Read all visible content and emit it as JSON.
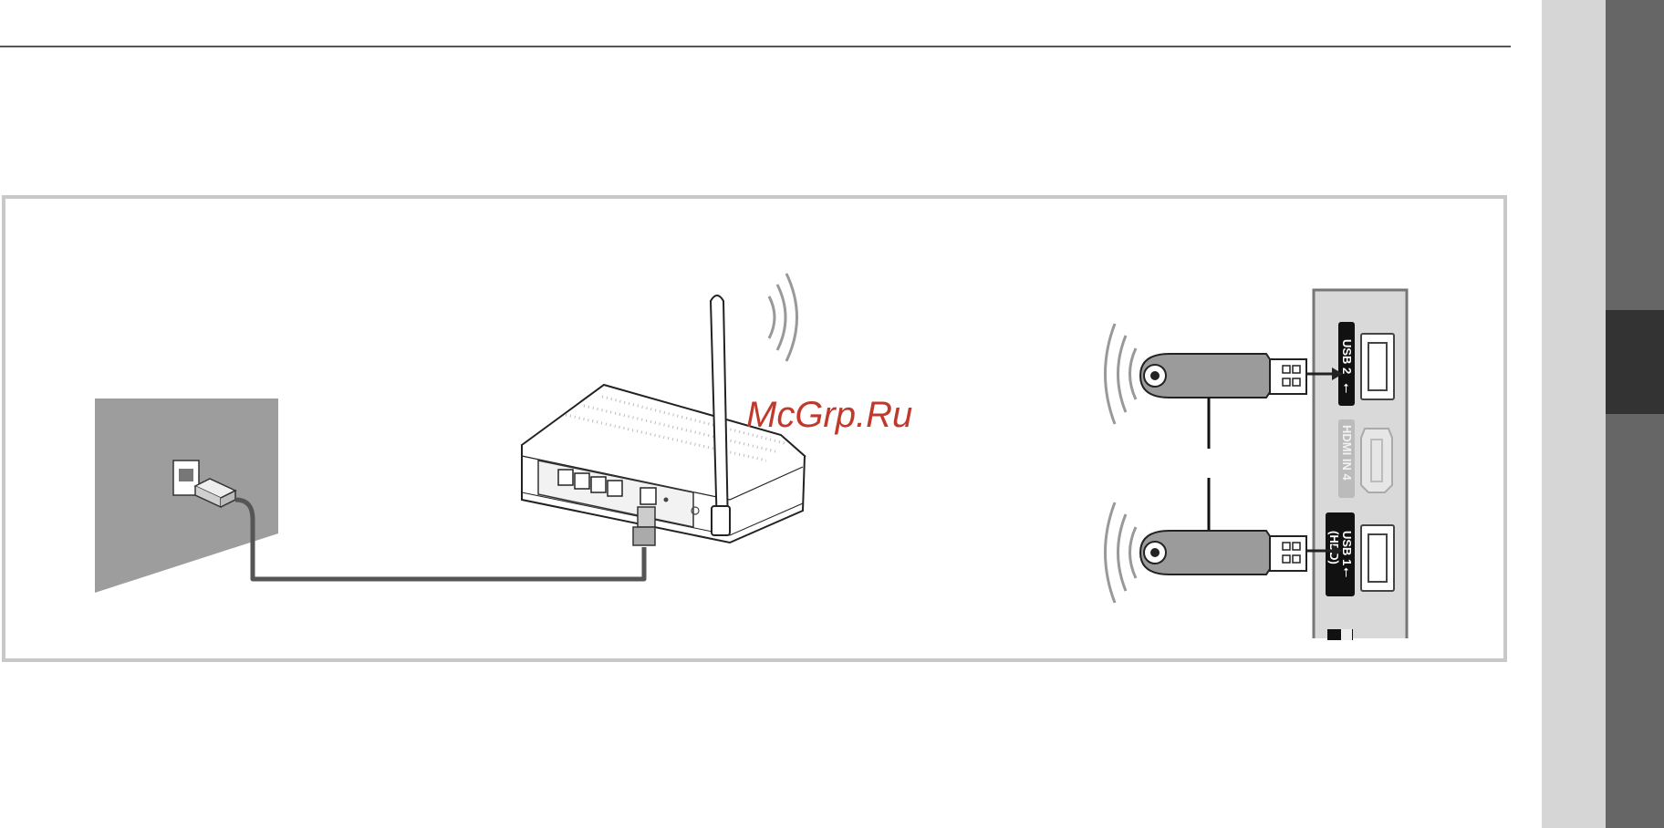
{
  "watermark": {
    "text": "McGrp.Ru",
    "color": "#c0392b"
  },
  "tv_panel": {
    "ports": [
      {
        "label": "USB 2",
        "sublabel": "",
        "style": "dark"
      },
      {
        "label": "HDMI IN 4",
        "sublabel": "",
        "style": "light"
      },
      {
        "label": "USB 1",
        "sublabel": "(HDD)",
        "style": "dark"
      }
    ]
  },
  "colors": {
    "rule": "#555555",
    "frame_border": "#c8c8c8",
    "wall": "#9d9d9d",
    "cable": "#555555",
    "usb_body": "#9b9b9b",
    "side_light": "#d6d6d6",
    "side_dark": "#666666",
    "side_tab": "#333333"
  }
}
